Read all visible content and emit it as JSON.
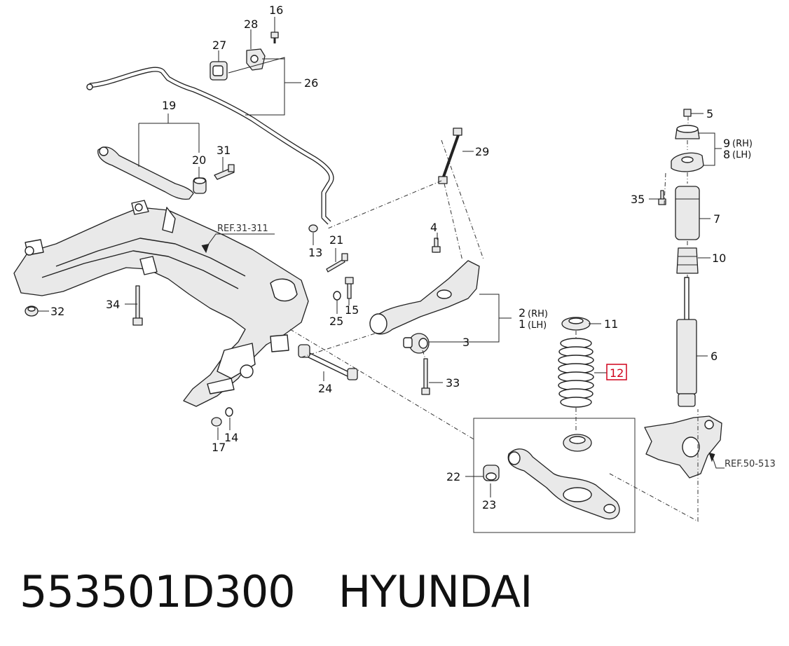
{
  "callouts": {
    "c1": "1",
    "c1_suffix": "(LH)",
    "c2": "2",
    "c2_suffix": "(RH)",
    "c3": "3",
    "c4": "4",
    "c5": "5",
    "c6": "6",
    "c7": "7",
    "c8": "8",
    "c8_suffix": "(LH)",
    "c9": "9",
    "c9_suffix": "(RH)",
    "c10": "10",
    "c11": "11",
    "c12": "12",
    "c13": "13",
    "c14": "14",
    "c15": "15",
    "c16": "16",
    "c17": "17",
    "c19": "19",
    "c20": "20",
    "c21": "21",
    "c22": "22",
    "c23": "23",
    "c24": "24",
    "c25": "25",
    "c26": "26",
    "c27": "27",
    "c28": "28",
    "c29": "29",
    "c31": "31",
    "c32": "32",
    "c33": "33",
    "c34": "34",
    "c35": "35"
  },
  "references": {
    "ref_subframe": "REF.31-311",
    "ref_knuckle": "REF.50-513"
  },
  "highlight_color": "#d0021b",
  "footer": {
    "part_number": "553501D300",
    "brand": "HYUNDAI"
  }
}
